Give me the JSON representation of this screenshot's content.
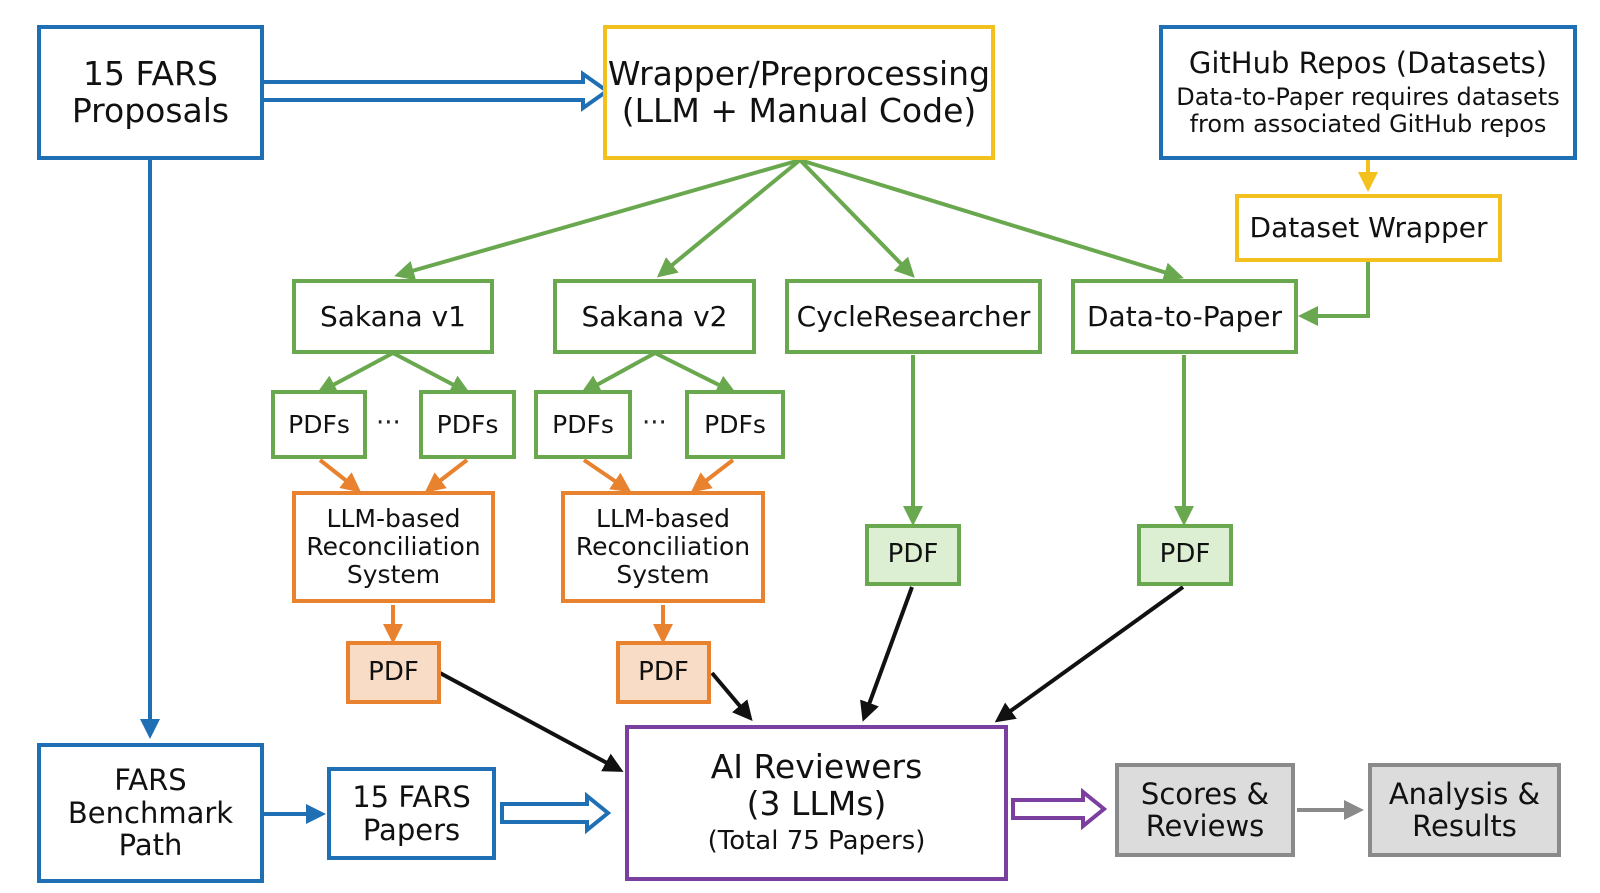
{
  "nodes": {
    "fars_proposals": {
      "line1": "15 FARS",
      "line2": "Proposals"
    },
    "wrapper": {
      "line1": "Wrapper/Preprocessing",
      "line2": "(LLM + Manual Code)"
    },
    "github": {
      "title": "GitHub Repos (Datasets)",
      "line1": "Data-to-Paper requires datasets",
      "line2": "from associated GitHub repos"
    },
    "dataset_wrapper": {
      "label": "Dataset Wrapper"
    },
    "sakana_v1": {
      "label": "Sakana v1"
    },
    "sakana_v2": {
      "label": "Sakana v2"
    },
    "cycle_researcher": {
      "label": "CycleResearcher"
    },
    "data_to_paper": {
      "label": "Data-to-Paper"
    },
    "pdfs": {
      "label": "PDFs",
      "ellipsis": "···"
    },
    "reconciliation": {
      "line1": "LLM-based",
      "line2": "Reconciliation",
      "line3": "System"
    },
    "pdf": {
      "label": "PDF"
    },
    "fars_benchmark": {
      "line1": "FARS",
      "line2": "Benchmark",
      "line3": "Path"
    },
    "fars_papers": {
      "line1": "15 FARS",
      "line2": "Papers"
    },
    "ai_reviewers": {
      "line1": "AI Reviewers",
      "line2": "(3 LLMs)",
      "line3": "(Total 75 Papers)"
    },
    "scores": {
      "line1": "Scores &",
      "line2": "Reviews"
    },
    "analysis": {
      "line1": "Analysis &",
      "line2": "Results"
    }
  },
  "colors": {
    "blue": "#1f6fb5",
    "yellow": "#f2c11d",
    "green": "#6aa84f",
    "orange": "#e8822f",
    "purple": "#7b3fa0",
    "gray": "#8a8a8a",
    "black": "#111111"
  }
}
